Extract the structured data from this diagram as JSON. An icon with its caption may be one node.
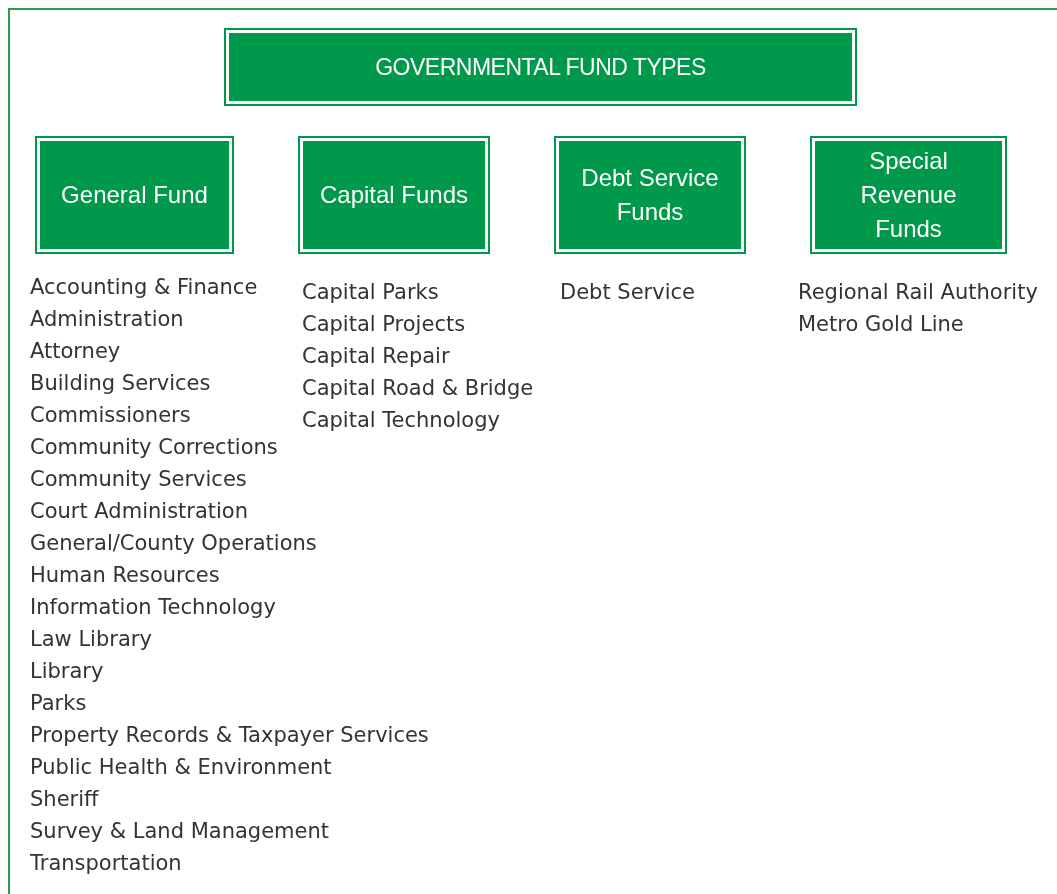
{
  "diagram": {
    "nodes": [
      {
        "text": [],
        "shape": "box"
      },
      {
        "text": [
          "GOVERNMENTAL FUND TYPES"
        ],
        "in": 0
      },
      {
        "text": [
          "General Fund"
        ],
        "in": 0,
        "beside": [
          "Accounting & Finance",
          "Administration",
          "Attorney",
          "Building Services",
          "Commissioners",
          "Community Corrections",
          "Community Services",
          "Court Administration",
          "General/County Operations",
          "Human Resources",
          "Information Technology",
          "Law Library",
          "Library",
          "Parks",
          "Property Records & Taxpayer Services",
          "Public Health & Environment",
          "Sheriff",
          "Survey & Land Management",
          "Transportation"
        ]
      },
      {
        "text": [
          "Capital Funds"
        ],
        "in": 0,
        "beside": [
          "Capital Parks",
          "Capital Projects",
          "Capital Repair",
          "Capital Road & Bridge",
          "Capital Technology"
        ]
      },
      {
        "text": [
          "Debt Service Funds"
        ],
        "in": 0,
        "beside": [
          "Debt Service"
        ]
      },
      {
        "text": [
          "Special Revenue Funds"
        ],
        "in": 0,
        "beside": [
          "Regional Rail Authority",
          "Metro Gold Line"
        ]
      }
    ],
    "edges": []
  }
}
